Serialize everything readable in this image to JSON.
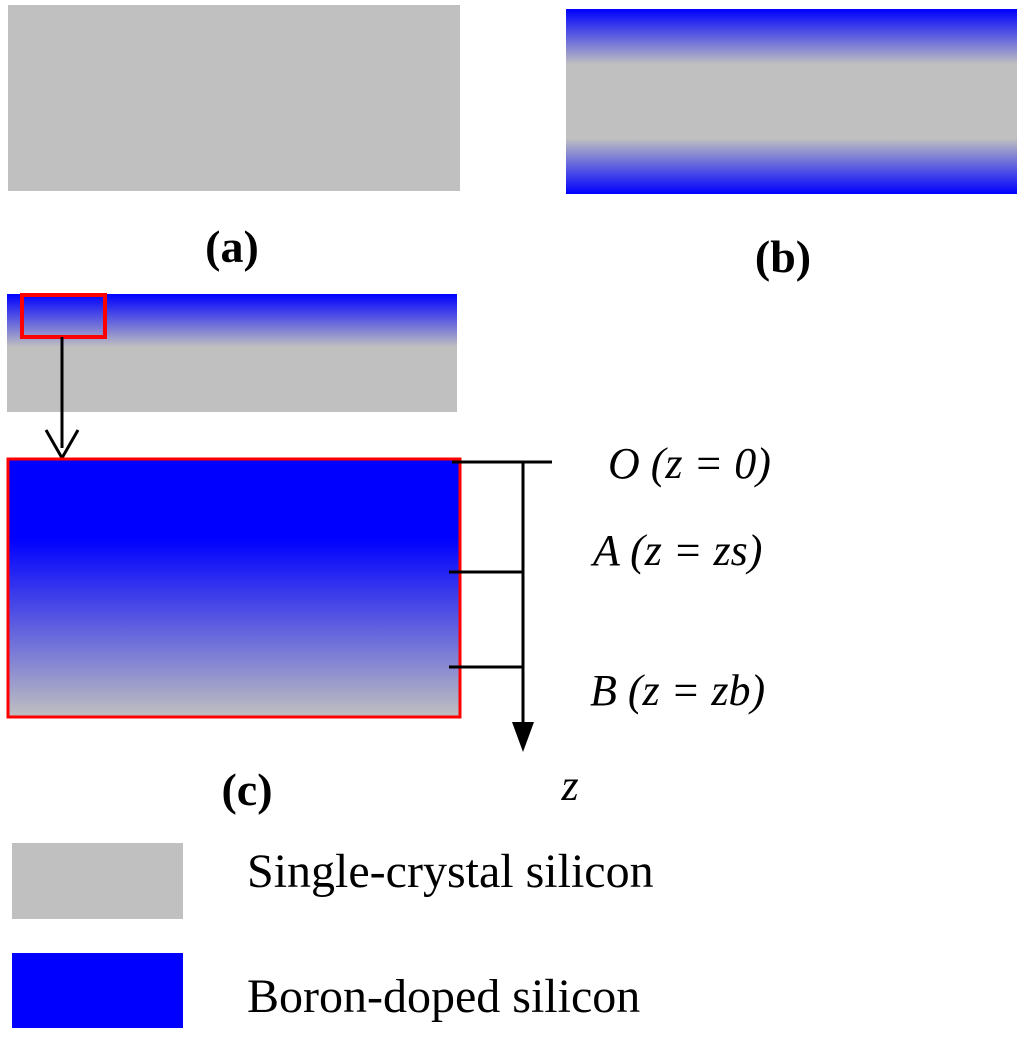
{
  "panels": {
    "a": {
      "label": "(a)"
    },
    "b": {
      "label": "(b)"
    },
    "c": {
      "label": "(c)"
    }
  },
  "depth_axis": {
    "axis_label": "z",
    "points": [
      {
        "id": "O",
        "label": "O (z = 0)"
      },
      {
        "id": "A",
        "label": "A (z = zs)"
      },
      {
        "id": "B",
        "label": "B (z = zb)"
      }
    ]
  },
  "legend": {
    "items": [
      {
        "label": "Single-crystal silicon",
        "color": "#c0c0c0"
      },
      {
        "label": "Boron-doped silicon",
        "color": "#0000ff"
      }
    ]
  },
  "colors": {
    "silicon": "#c0c0c0",
    "boron": "#0000ff",
    "highlight": "#ff0000",
    "line": "#000000"
  }
}
